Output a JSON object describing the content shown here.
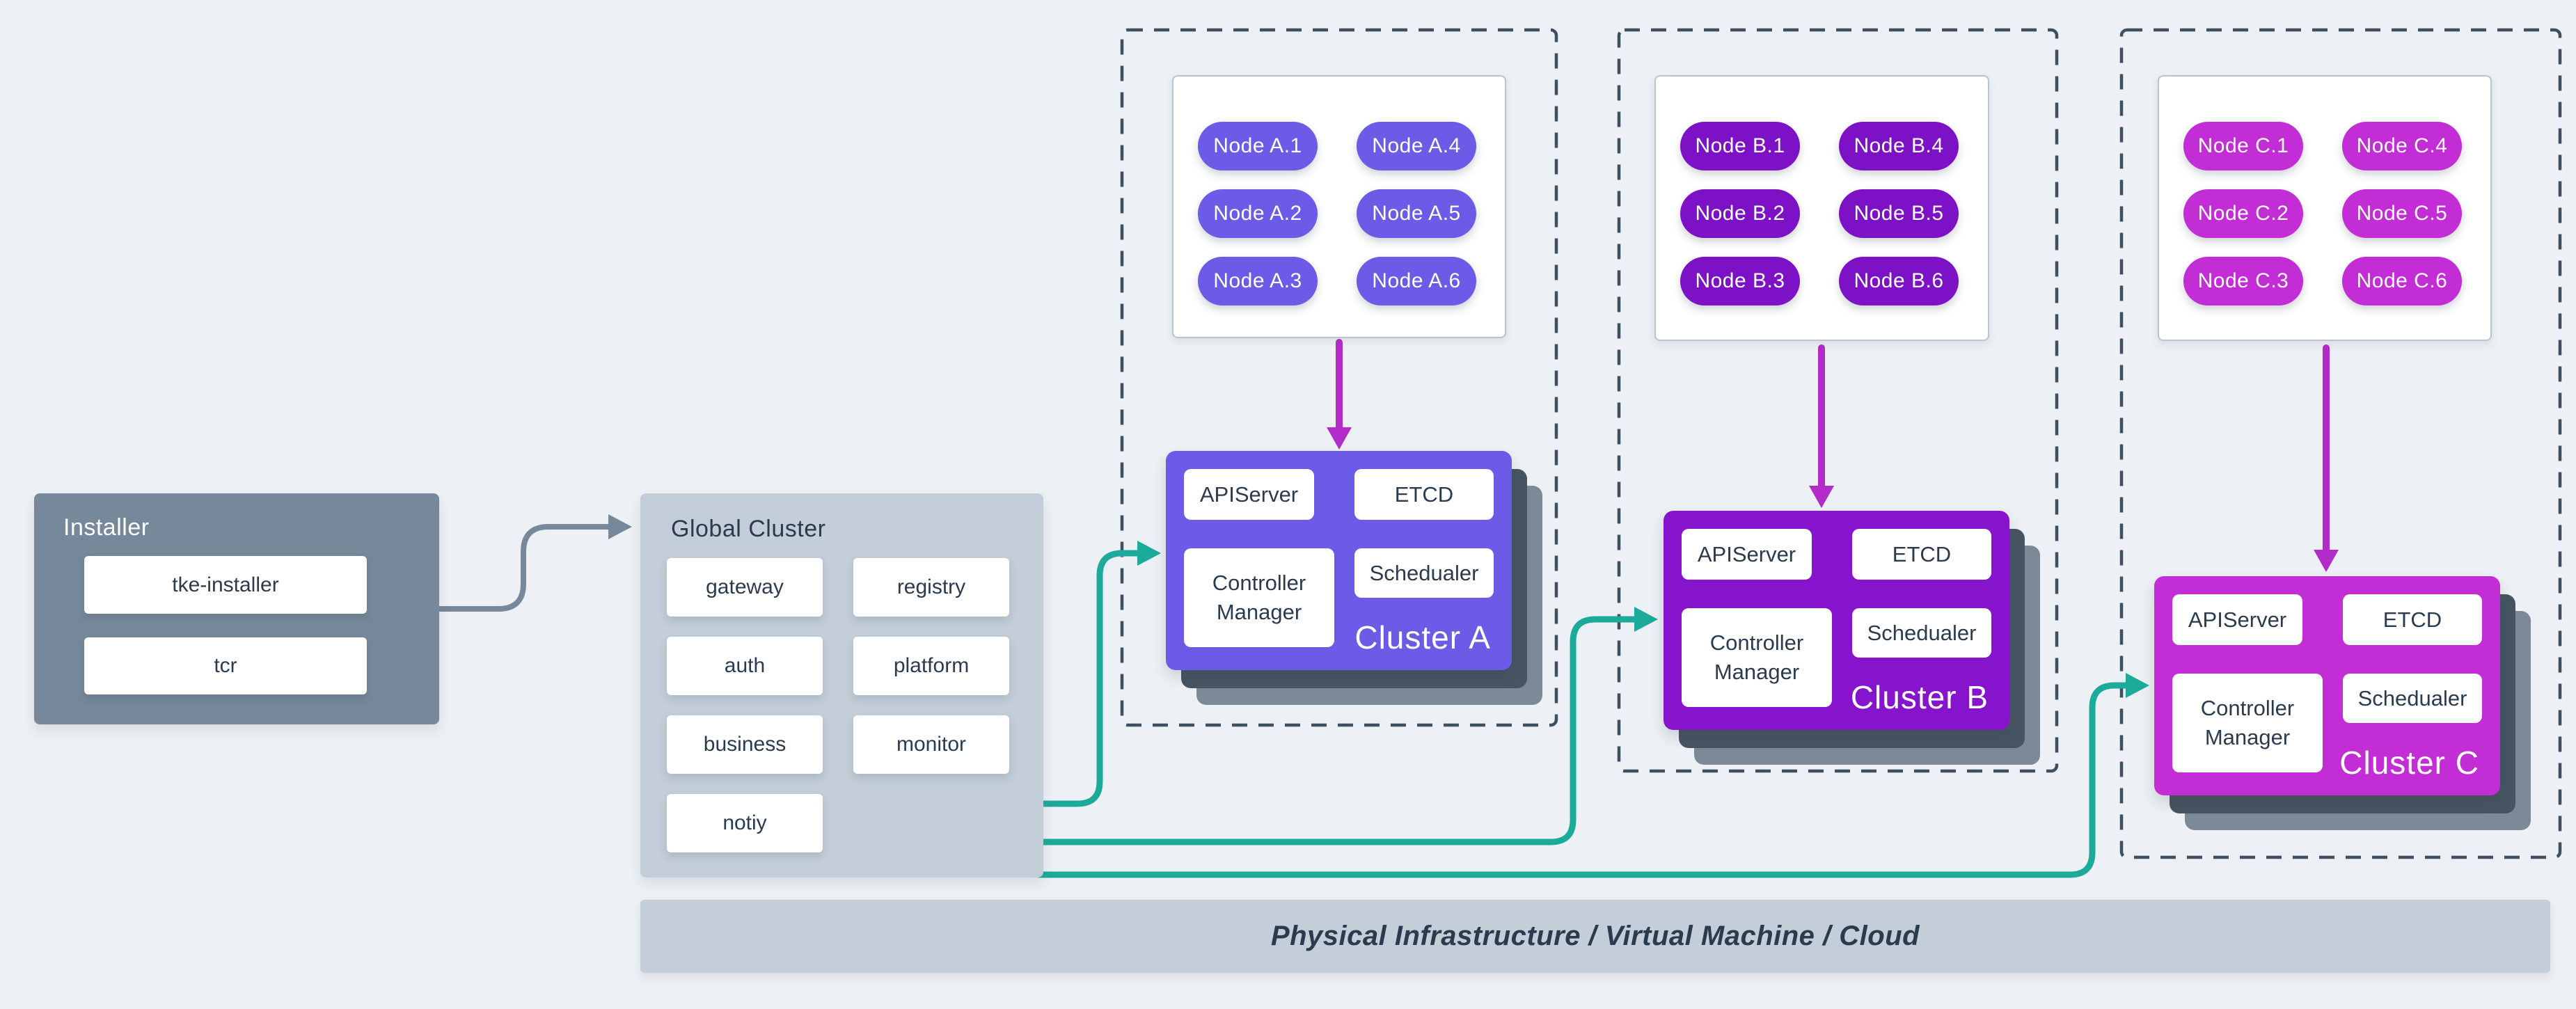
{
  "installer": {
    "title": "Installer",
    "items": [
      "tke-installer",
      "tcr"
    ]
  },
  "global_cluster": {
    "title": "Global Cluster",
    "items": [
      "gateway",
      "registry",
      "auth",
      "platform",
      "business",
      "monitor",
      "notiy"
    ]
  },
  "clusters": [
    {
      "title": "Cluster A",
      "nodes": [
        "Node A.1",
        "Node A.2",
        "Node A.3",
        "Node A.4",
        "Node A.5",
        "Node A.6"
      ],
      "components": {
        "apiserver": "APIServer",
        "etcd": "ETCD",
        "controller_manager": "Controller Manager",
        "scheduler": "Schedualer"
      },
      "box_color": "#6B5BE7",
      "node_color": "#6B5BE7"
    },
    {
      "title": "Cluster B",
      "nodes": [
        "Node B.1",
        "Node B.2",
        "Node B.3",
        "Node B.4",
        "Node B.5",
        "Node B.6"
      ],
      "components": {
        "apiserver": "APIServer",
        "etcd": "ETCD",
        "controller_manager": "Controller Manager",
        "scheduler": "Schedualer"
      },
      "box_color": "#8614CD",
      "node_color": "#7C11C6"
    },
    {
      "title": "Cluster C",
      "nodes": [
        "Node C.1",
        "Node C.2",
        "Node C.3",
        "Node C.4",
        "Node C.5",
        "Node C.6"
      ],
      "components": {
        "apiserver": "APIServer",
        "etcd": "ETCD",
        "controller_manager": "Controller Manager",
        "scheduler": "Schedualer"
      },
      "box_color": "#C32DD5",
      "node_color": "#C32DD5"
    }
  ],
  "infra_bar": {
    "label": "Physical Infrastructure / Virtual Machine / Cloud"
  },
  "colors": {
    "background": "#EDF1F5",
    "panel_dark": "#76889A",
    "panel_light": "#C3CED8",
    "dashed_boundary": "#3E4F61",
    "flow_teal": "#1CAB9B",
    "flow_magenta": "#B32BC9",
    "flow_gray": "#76889A",
    "stack_shadow_dark": "#475562",
    "stack_shadow_light": "#7B8A96",
    "text_dark": "#2B3B4E"
  }
}
